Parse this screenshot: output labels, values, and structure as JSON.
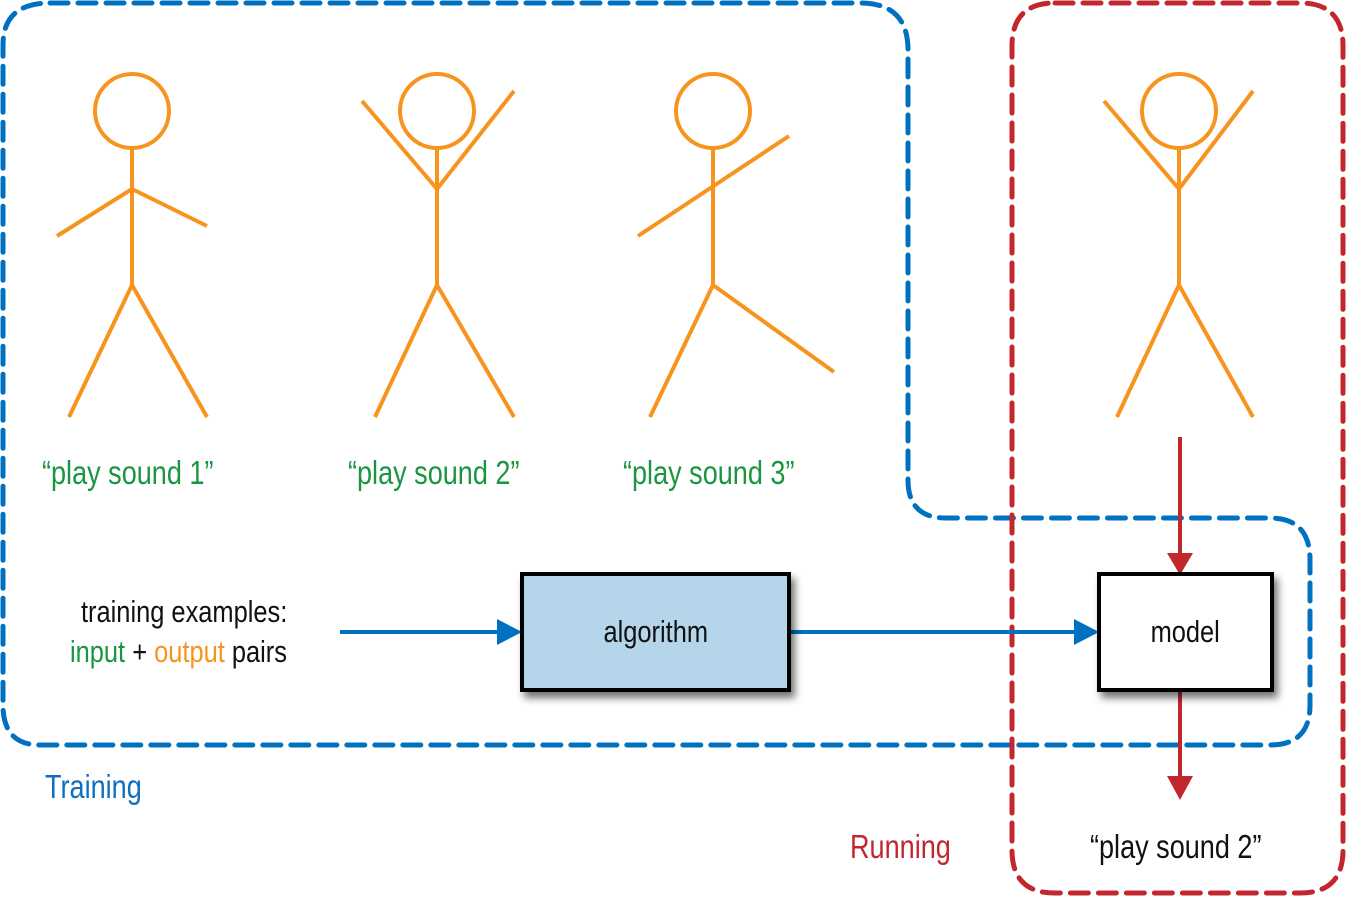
{
  "colors": {
    "training_region": "#0070c0",
    "running_region": "#c1272d",
    "figure": "#f7941e",
    "label_green": "#1a9641",
    "algorithm_fill": "#b4d5ea",
    "model_fill": "#ffffff",
    "text": "#111111"
  },
  "figures": [
    {
      "id": "figure-1",
      "pose": "arms-down",
      "label": "“play sound 1”"
    },
    {
      "id": "figure-2",
      "pose": "arms-up",
      "label": "“play sound 2”"
    },
    {
      "id": "figure-3",
      "pose": "arm-diagonal",
      "label": "“play sound 3”"
    },
    {
      "id": "figure-4",
      "pose": "arms-up",
      "label": ""
    }
  ],
  "training_examples": {
    "line1": "training examples:",
    "input": "input",
    "plus": "+",
    "output": "output",
    "pairs": "pairs"
  },
  "algorithm": {
    "label": "algorithm"
  },
  "model": {
    "label": "model"
  },
  "output_label": "“play sound 2”",
  "regions": {
    "training": "Training",
    "running": "Running"
  }
}
